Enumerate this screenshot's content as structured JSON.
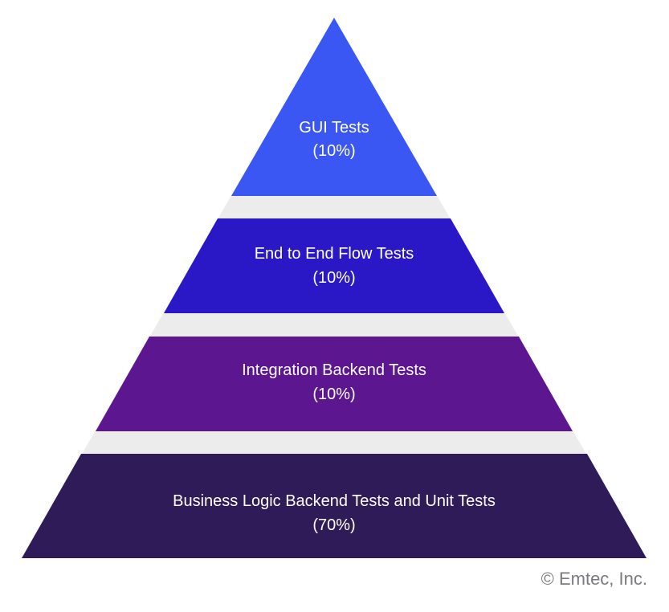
{
  "pyramid": {
    "tiers": [
      {
        "label": "GUI Tests",
        "percent": "(10%)",
        "color": "#3b57f3"
      },
      {
        "label": "End to End Flow Tests",
        "percent": "(10%)",
        "color": "#2a17c6"
      },
      {
        "label": "Integration Backend Tests",
        "percent": "(10%)",
        "color": "#5b1690"
      },
      {
        "label": "Business Logic Backend Tests and Unit Tests",
        "percent": "(70%)",
        "color": "#2f1b58"
      }
    ],
    "background_color": "#ececec"
  },
  "footer": {
    "copyright": "© Emtec, Inc."
  }
}
